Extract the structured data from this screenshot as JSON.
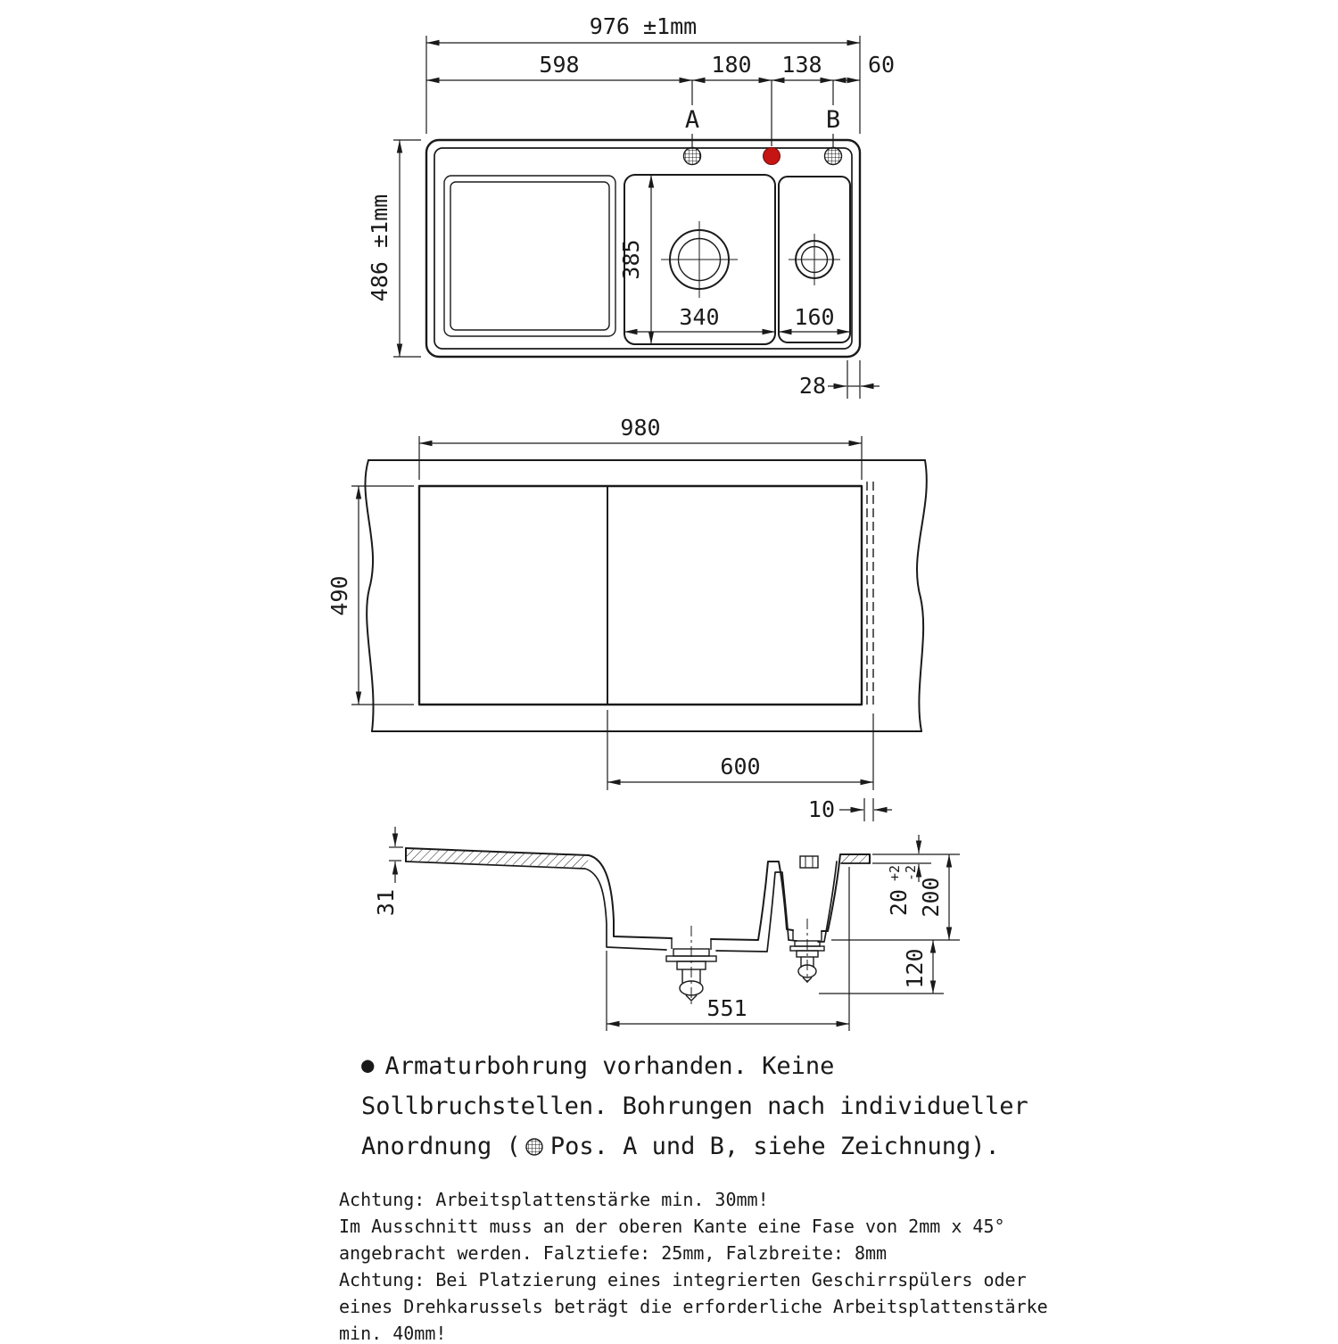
{
  "top_view": {
    "dim_width_total": "976 ±1mm",
    "dim_598": "598",
    "dim_180": "180",
    "dim_138": "138",
    "dim_60": "60",
    "hole_a_label": "A",
    "hole_b_label": "B",
    "dim_height_total": "486 ±1mm",
    "dim_bowl_depth": "385",
    "dim_bowl_width": "340",
    "dim_small_bowl_width": "160",
    "dim_edge_offset": "28"
  },
  "cutout_view": {
    "dim_width": "980",
    "dim_height": "490",
    "dim_offset": "600",
    "dim_falz": "10"
  },
  "section_view": {
    "dim_rim": "31",
    "dim_step": "20",
    "tol_plus": "+2",
    "tol_minus": "-2",
    "dim_depth": "200",
    "dim_drain": "120",
    "dim_bowl_span": "551"
  },
  "notes": {
    "bullet": "●",
    "line1": "Armaturbohrung vorhanden. Keine",
    "line2": "Sollbruchstellen. Bohrungen nach individueller",
    "line3_pre": "Anordnung (",
    "line3_post": "Pos. A und B, siehe Zeichnung).",
    "warn1": "Achtung: Arbeitsplattenstärke min. 30mm!",
    "warn2": "Im Ausschnitt muss an der oberen Kante eine Fase von 2mm x 45°",
    "warn3": "angebracht werden. Falztiefe: 25mm, Falzbreite: 8mm",
    "warn4": "Achtung: Bei Platzierung eines integrierten Geschirrspülers oder",
    "warn5": "eines Drehkarussels beträgt die erforderliche Arbeitsplattenstärke",
    "warn6": "min. 40mm!"
  },
  "colors": {
    "line": "#1a1a1a",
    "accent_red": "#c41414"
  }
}
